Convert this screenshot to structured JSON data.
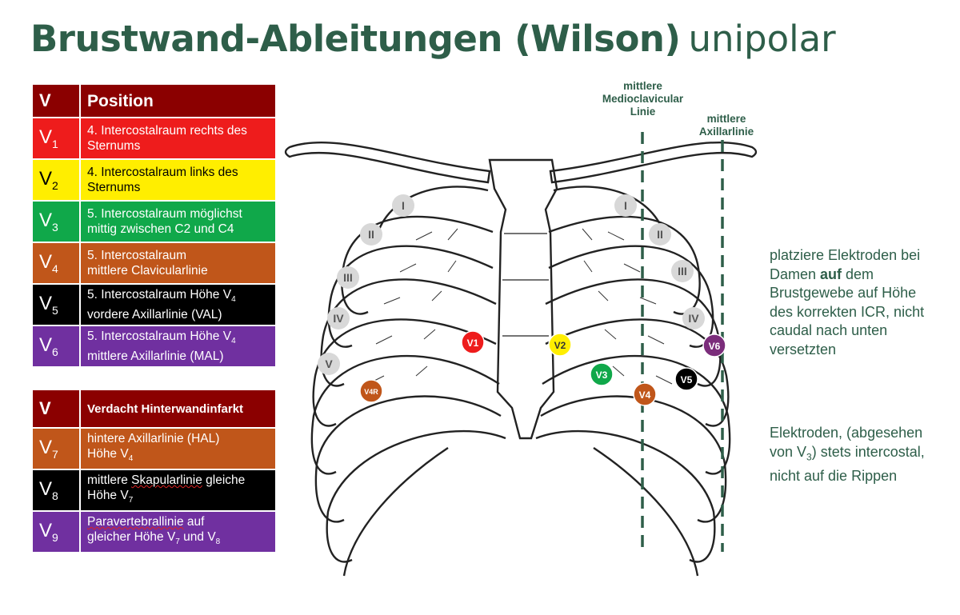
{
  "title": {
    "bold": "Brustwand-Ableitungen (Wilson)",
    "thin": "unipolar"
  },
  "table1": {
    "header": {
      "v": "V",
      "position": "Position"
    },
    "rows": [
      {
        "lead": "V",
        "sub": "1",
        "color": "#ee1c1c",
        "text_color": "#ffffff",
        "line1": "4. Intercostalraum rechts des",
        "line2": "Sternums",
        "line2_sub": ""
      },
      {
        "lead": "V",
        "sub": "2",
        "color": "#ffee00",
        "text_color": "#000000",
        "line1": "4. Intercostalraum links des",
        "line2": "Sternums",
        "line2_sub": ""
      },
      {
        "lead": "V",
        "sub": "3",
        "color": "#10a84a",
        "text_color": "#ffffff",
        "line1": "5. Intercostalraum möglichst",
        "line2": "mittig zwischen C2 und C4",
        "line2_sub": ""
      },
      {
        "lead": "V",
        "sub": "4",
        "color": "#c0561a",
        "text_color": "#ffffff",
        "line1": "5. Intercostalraum",
        "line2": "mittlere Clavicularlinie",
        "line2_sub": ""
      },
      {
        "lead": "V",
        "sub": "5",
        "color": "#000000",
        "text_color": "#ffffff",
        "line1": "5. Intercostalraum Höhe V",
        "line1_sub": "4",
        "line2": "vordere Axillarlinie (VAL)",
        "line2_sub": ""
      },
      {
        "lead": "V",
        "sub": "6",
        "color": "#7030a0",
        "text_color": "#ffffff",
        "line1": "5. Intercostalraum Höhe V",
        "line1_sub": "4",
        "line2": "mittlere Axillarlinie (MAL)",
        "line2_sub": ""
      }
    ]
  },
  "table2": {
    "header": {
      "v": "V",
      "position": "Verdacht Hinterwandinfarkt"
    },
    "rows": [
      {
        "lead": "V",
        "sub": "7",
        "color": "#c0561a",
        "line1": "hintere Axillarlinie (HAL)",
        "line2a": "Höhe V",
        "line2a_sub": "4",
        "line2b": "",
        "line2b_sub": ""
      },
      {
        "lead": "V",
        "sub": "8",
        "color": "#000000",
        "line1_pre": "mittlere ",
        "line1_u": "Skapularlinie",
        "line1_post": " gleiche",
        "line2a": "Höhe V",
        "line2a_sub": "7"
      },
      {
        "lead": "V",
        "sub": "9",
        "color": "#7030a0",
        "line1_u": "Paravertebrallinie",
        "line1_post": " auf",
        "line2a": "gleicher Höhe V",
        "line2a_sub": "7",
        "line2b": " und V",
        "line2b_sub": "8"
      }
    ]
  },
  "line_labels": {
    "mcl": [
      "mittlere",
      "Medioclavicular",
      "Linie"
    ],
    "axl": [
      "mittlere",
      "Axillarlinie"
    ]
  },
  "ribs_left": [
    "I",
    "II",
    "III",
    "IV",
    "V"
  ],
  "ribs_right": [
    "I",
    "II",
    "III",
    "IV"
  ],
  "electrodes": [
    {
      "label": "V1",
      "color": "#ee1c1c",
      "text_color": "#ffffff"
    },
    {
      "label": "V2",
      "color": "#ffee00",
      "text_color": "#333333"
    },
    {
      "label": "V3",
      "color": "#10a84a",
      "text_color": "#ffffff"
    },
    {
      "label": "V4",
      "color": "#c0561a",
      "text_color": "#ffffff"
    },
    {
      "label": "V5",
      "color": "#000000",
      "text_color": "#ffffff"
    },
    {
      "label": "V6",
      "color": "#7b2d7b",
      "text_color": "#ffffff"
    },
    {
      "label": "V4R",
      "color": "#c0561a",
      "text_color": "#ffffff"
    }
  ],
  "note1": {
    "a": "platziere Elektroden bei Damen ",
    "b": "auf",
    "c": " dem Brustgewebe auf Höhe des korrekten ICR, nicht caudal nach unten versetzten"
  },
  "note2": {
    "a": "Elektroden, (abgesehen von V",
    "sub": "3",
    "b": ") stets intercostal, nicht auf die Rippen"
  },
  "colors": {
    "brand_green": "#2e5e49",
    "header_red": "#8b0000"
  }
}
